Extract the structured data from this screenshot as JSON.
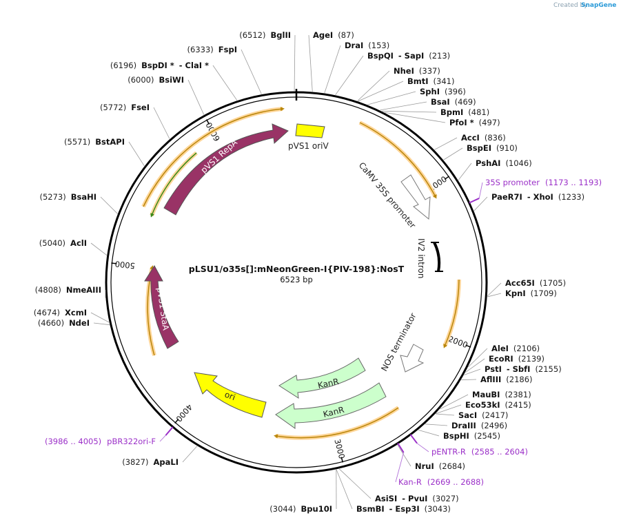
{
  "credit": {
    "prefix": "Created by",
    "brand": "SnapGene"
  },
  "plasmid": {
    "name": "pLSU1/o35s[]:mNeonGreen-I{PIV-198}:NosT",
    "size_label": "6523 bp",
    "length": 6523
  },
  "ticks": [
    {
      "pos": 1000,
      "label": "1000"
    },
    {
      "pos": 2000,
      "label": "2000"
    },
    {
      "pos": 3000,
      "label": "3000"
    },
    {
      "pos": 4000,
      "label": "4000"
    },
    {
      "pos": 5000,
      "label": "5000"
    },
    {
      "pos": 6000,
      "label": "6000"
    }
  ],
  "enzymes": [
    {
      "id": "bglii",
      "pre": "(6512)",
      "name": "BglII",
      "post": "",
      "pos": 6512
    },
    {
      "id": "agei",
      "pre": "",
      "name": "AgeI",
      "post": "(87)",
      "pos": 87
    },
    {
      "id": "drai",
      "pre": "",
      "name": "DraI",
      "post": "(153)",
      "pos": 153
    },
    {
      "id": "bspqi",
      "pre": "",
      "name": "BspQI",
      "post": "(213)",
      "pos": 213,
      "extra": "- SapI"
    },
    {
      "id": "nhei",
      "pre": "",
      "name": "NheI",
      "post": "(337)",
      "pos": 337
    },
    {
      "id": "bmti",
      "pre": "",
      "name": "BmtI",
      "post": "(341)",
      "pos": 341
    },
    {
      "id": "sphi",
      "pre": "",
      "name": "SphI",
      "post": "(396)",
      "pos": 396
    },
    {
      "id": "bsai",
      "pre": "",
      "name": "BsaI",
      "post": "(469)",
      "pos": 469
    },
    {
      "id": "bpmi",
      "pre": "",
      "name": "BpmI",
      "post": "(481)",
      "pos": 481
    },
    {
      "id": "pfoi",
      "pre": "",
      "name": "PfoI *",
      "post": "(497)",
      "pos": 497
    },
    {
      "id": "acci",
      "pre": "",
      "name": "AccI",
      "post": "(836)",
      "pos": 836
    },
    {
      "id": "bspei",
      "pre": "",
      "name": "BspEI",
      "post": "(910)",
      "pos": 910
    },
    {
      "id": "pshai",
      "pre": "",
      "name": "PshAI",
      "post": "(1046)",
      "pos": 1046
    },
    {
      "id": "paer7i",
      "pre": "",
      "name": "PaeR7I",
      "post": "(1233)",
      "pos": 1233,
      "extra": "- XhoI"
    },
    {
      "id": "acc65i",
      "pre": "",
      "name": "Acc65I",
      "post": "(1705)",
      "pos": 1705
    },
    {
      "id": "kpni",
      "pre": "",
      "name": "KpnI",
      "post": "(1709)",
      "pos": 1709
    },
    {
      "id": "alei",
      "pre": "",
      "name": "AleI",
      "post": "(2106)",
      "pos": 2106
    },
    {
      "id": "ecori",
      "pre": "",
      "name": "EcoRI",
      "post": "(2139)",
      "pos": 2139
    },
    {
      "id": "psti",
      "pre": "",
      "name": "PstI",
      "post": "(2155)",
      "pos": 2155,
      "extra": "- SbfI"
    },
    {
      "id": "afliii",
      "pre": "",
      "name": "AflIII",
      "post": "(2186)",
      "pos": 2186
    },
    {
      "id": "maubi",
      "pre": "",
      "name": "MauBI",
      "post": "(2381)",
      "pos": 2381
    },
    {
      "id": "eco53ki",
      "pre": "",
      "name": "Eco53kI",
      "post": "(2415)",
      "pos": 2415
    },
    {
      "id": "saci",
      "pre": "",
      "name": "SacI",
      "post": "(2417)",
      "pos": 2417
    },
    {
      "id": "draiii",
      "pre": "",
      "name": "DraIII",
      "post": "(2496)",
      "pos": 2496
    },
    {
      "id": "bsphi",
      "pre": "",
      "name": "BspHI",
      "post": "(2545)",
      "pos": 2545
    },
    {
      "id": "nrui",
      "pre": "",
      "name": "NruI",
      "post": "(2684)",
      "pos": 2684
    },
    {
      "id": "asisi",
      "pre": "",
      "name": "AsiSI",
      "post": "(3027)",
      "pos": 3027,
      "extra": "- PvuI"
    },
    {
      "id": "bsmbi",
      "pre": "",
      "name": "BsmBI",
      "post": "(3043)",
      "pos": 3043,
      "extra": "- Esp3I"
    },
    {
      "id": "bpu10i",
      "pre": "(3044)",
      "name": "Bpu10I",
      "post": "",
      "pos": 3044
    },
    {
      "id": "apali",
      "pre": "(3827)",
      "name": "ApaLI",
      "post": "",
      "pos": 3827
    },
    {
      "id": "ndei",
      "pre": "(4660)",
      "name": "NdeI",
      "post": "",
      "pos": 4660
    },
    {
      "id": "xcmi",
      "pre": "(4674)",
      "name": "XcmI",
      "post": "",
      "pos": 4674
    },
    {
      "id": "nmeaiii",
      "pre": "(4808)",
      "name": "NmeAIII",
      "post": "",
      "pos": 4808
    },
    {
      "id": "acli",
      "pre": "(5040)",
      "name": "AclI",
      "post": "",
      "pos": 5040
    },
    {
      "id": "bsahi",
      "pre": "(5273)",
      "name": "BsaHI",
      "post": "",
      "pos": 5273
    },
    {
      "id": "bstapi",
      "pre": "(5571)",
      "name": "BstAPI",
      "post": "",
      "pos": 5571
    },
    {
      "id": "fsei",
      "pre": "(5772)",
      "name": "FseI",
      "post": "",
      "pos": 5772
    },
    {
      "id": "bsiwi",
      "pre": "(6000)",
      "name": "BsiWI",
      "post": "",
      "pos": 6000
    },
    {
      "id": "bspdi",
      "pre": "(6196)",
      "name": "BspDI *",
      "post": "",
      "pos": 6196,
      "extra": "- ClaI *"
    },
    {
      "id": "fspi",
      "pre": "(6333)",
      "name": "FspI",
      "post": "",
      "pos": 6333
    }
  ],
  "primers": [
    {
      "id": "35s-promoter",
      "name": "35S promoter",
      "range": "(1173 .. 1193)",
      "pos": 1183
    },
    {
      "id": "pentr-r",
      "name": "pENTR-R",
      "range": "(2585 .. 2604)",
      "pos": 2594
    },
    {
      "id": "kan-r",
      "name": "Kan-R",
      "range": "(2669 .. 2688)",
      "pos": 2678
    },
    {
      "id": "pbr322ori-f",
      "name": "pBR322ori-F",
      "range": "(3986 .. 4005)",
      "pos": 3995
    }
  ],
  "features": [
    {
      "id": "pvs1-oriv",
      "label": "pVS1 oriV",
      "color": "#ffff00"
    },
    {
      "id": "camv-35s-promoter",
      "label": "CaMV 35S promoter",
      "color": "#ffffff"
    },
    {
      "id": "iv2-intron",
      "label": "IV2 intron",
      "color": "#000000"
    },
    {
      "id": "nos-terminator",
      "label": "NOS terminator",
      "color": "#ffffff"
    },
    {
      "id": "kanr-1",
      "label": "KanR",
      "color": "#ccffcc"
    },
    {
      "id": "kanr-2",
      "label": "KanR",
      "color": "#ccffcc"
    },
    {
      "id": "ori",
      "label": "ori",
      "color": "#ffff00"
    },
    {
      "id": "pvs1-stata",
      "label": "pVS1 StaA",
      "color": "#993366"
    },
    {
      "id": "pvs1-repa",
      "label": "pVS1 RepA",
      "color": "#993366"
    }
  ],
  "colors": {
    "backbone": "#000000",
    "orf_arrow": "#b8860b",
    "orf_glow": "#ffd699",
    "enzyme_line": "#999999",
    "primer": "#9b30c8"
  }
}
